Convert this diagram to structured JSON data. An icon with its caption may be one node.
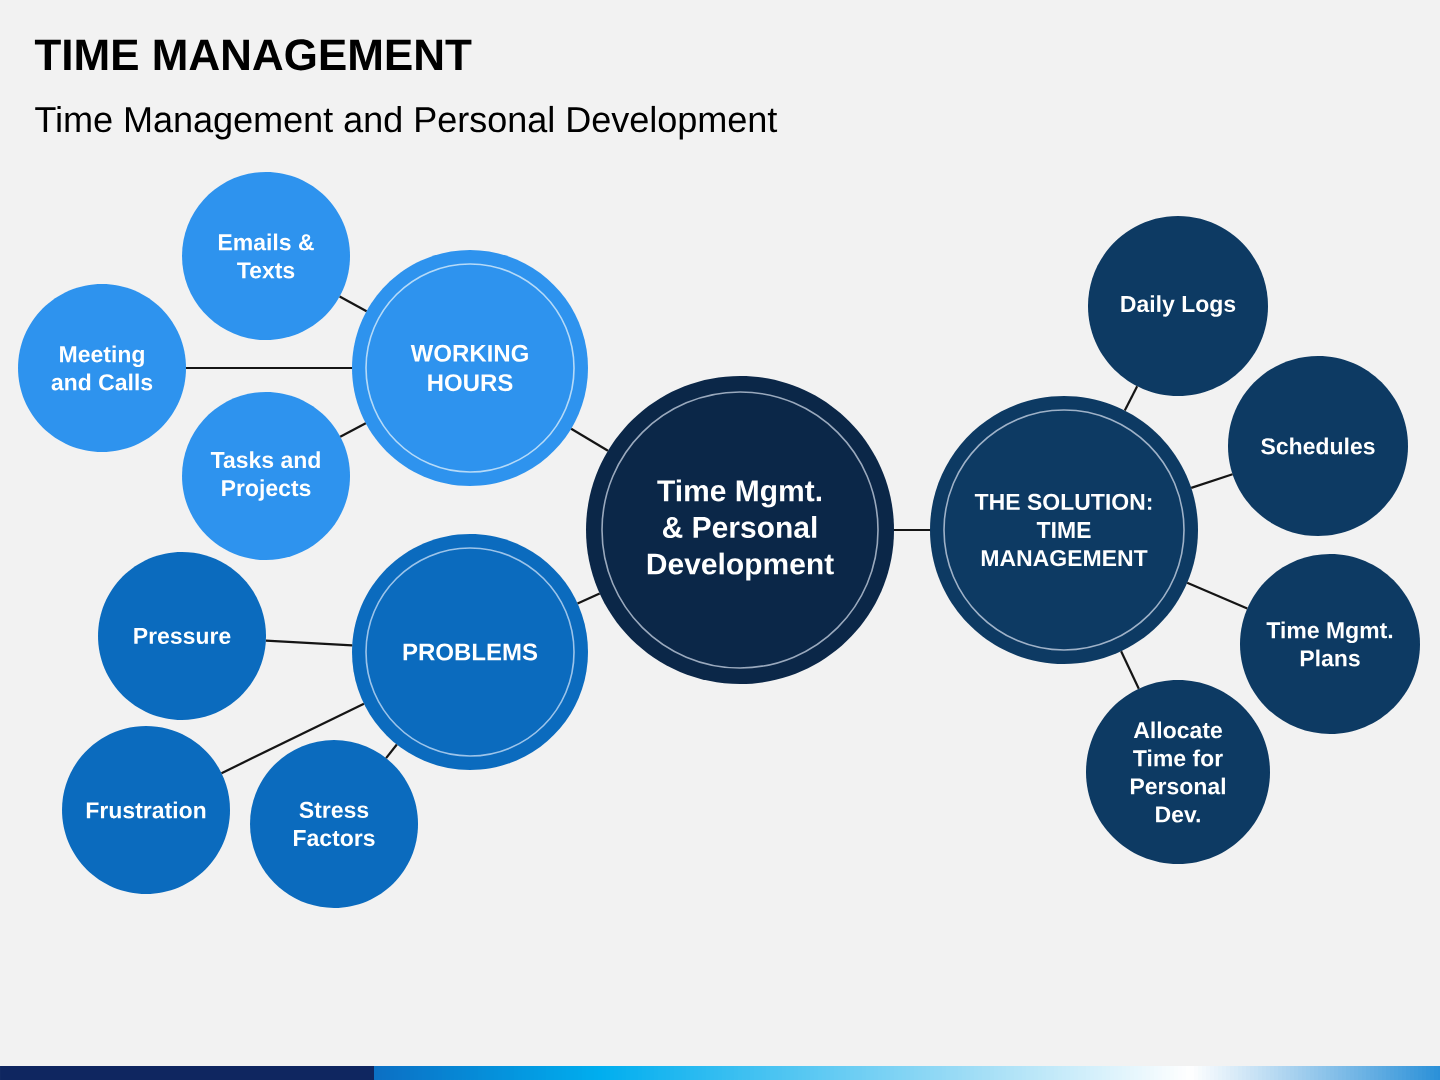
{
  "diagram": {
    "title": "TIME MANAGEMENT",
    "nodes": [
      {
        "text": [
          "Emails & Texts"
        ]
      },
      {
        "text": [
          "Meeting and Calls"
        ]
      },
      {
        "text": [
          "WORKING HOURS"
        ]
      },
      {
        "text": [
          "Tasks and Projects"
        ]
      },
      {
        "text": [
          "Time Mgmt. & Personal Development"
        ]
      },
      {
        "text": [
          "Daily Logs"
        ]
      },
      {
        "text": [
          "Schedules"
        ]
      },
      {
        "text": [
          "THE SOLUTION: TIME MANAGEMENT"
        ]
      },
      {
        "text": [
          "Pressure"
        ]
      },
      {
        "text": [
          "PROBLEMS"
        ]
      },
      {
        "text": [
          "Time Mgmt. Plans"
        ]
      },
      {
        "text": [
          "Frustration"
        ]
      },
      {
        "text": [
          "Stress Factors"
        ]
      },
      {
        "text": [
          "Allocate Time for Personal Dev."
        ]
      }
    ],
    "edges": [
      {
        "from": 4,
        "to": 2,
        "arrow": "none"
      },
      {
        "from": 4,
        "to": 9,
        "arrow": "none"
      },
      {
        "from": 4,
        "to": 7,
        "arrow": "none"
      },
      {
        "from": 2,
        "to": 0,
        "arrow": "none"
      },
      {
        "from": 2,
        "to": 1,
        "arrow": "none"
      },
      {
        "from": 2,
        "to": 3,
        "arrow": "none"
      },
      {
        "from": 9,
        "to": 8,
        "arrow": "none"
      },
      {
        "from": 9,
        "to": 11,
        "arrow": "none"
      },
      {
        "from": 9,
        "to": 12,
        "arrow": "none"
      },
      {
        "from": 7,
        "to": 5,
        "arrow": "none"
      },
      {
        "from": 7,
        "to": 6,
        "arrow": "none"
      },
      {
        "from": 7,
        "to": 10,
        "arrow": "none"
      },
      {
        "from": 7,
        "to": 13,
        "arrow": "none"
      }
    ],
    "labels": [
      "Time Management and Personal Development"
    ]
  }
}
